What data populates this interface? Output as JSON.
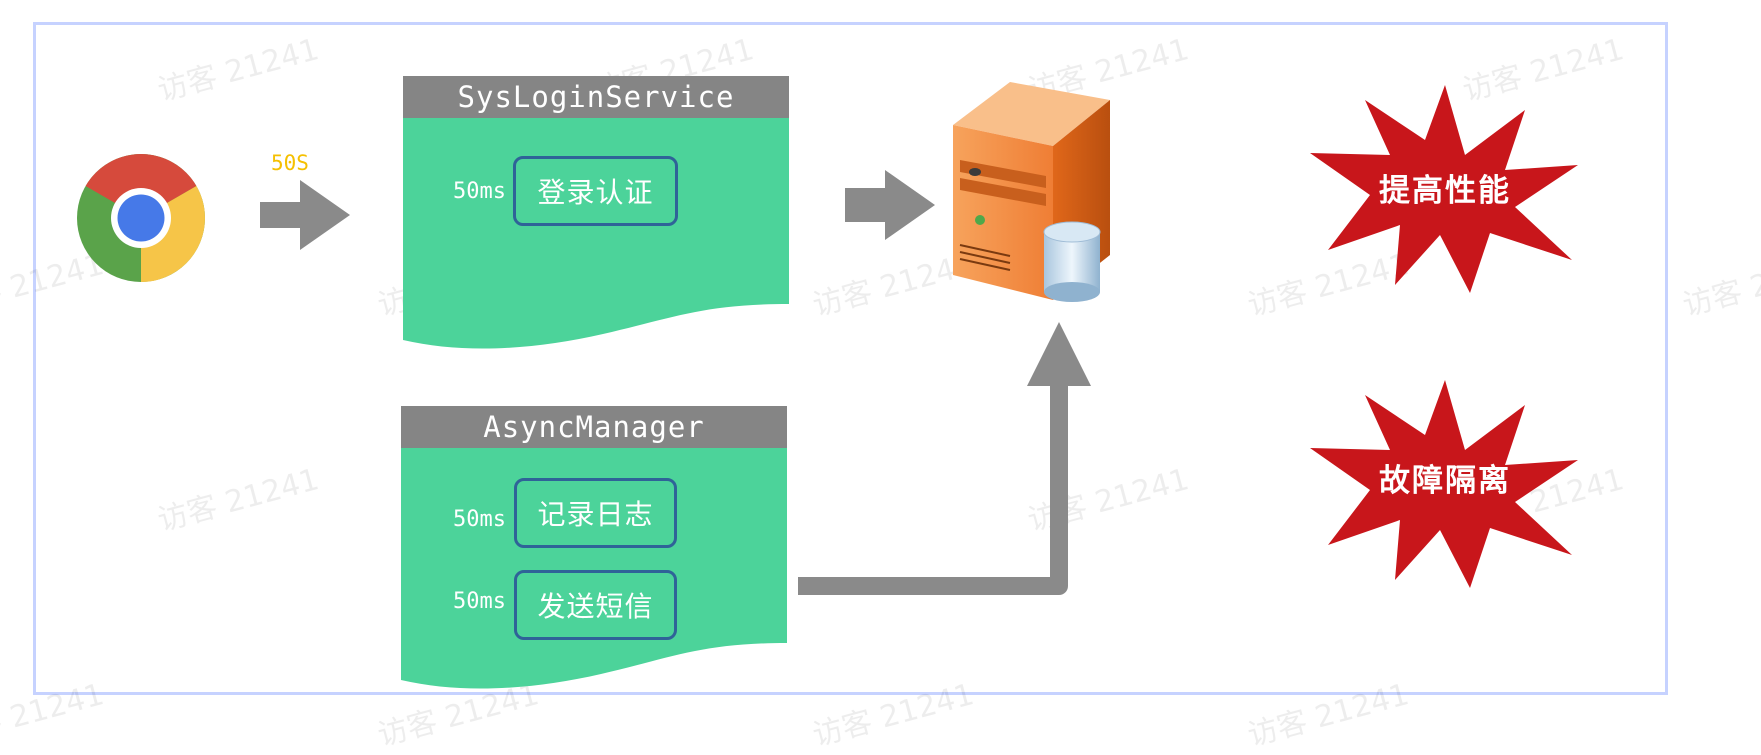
{
  "watermark_text": "访客 21241",
  "browser": {
    "icon": "chrome-icon"
  },
  "request_rate": "50S",
  "sync_service": {
    "title": "SysLoginService",
    "tasks": [
      {
        "duration": "50ms",
        "label": "登录认证"
      }
    ]
  },
  "async_service": {
    "title": "AsyncManager",
    "tasks": [
      {
        "duration": "50ms",
        "label": "记录日志"
      },
      {
        "duration": "50ms",
        "label": "发送短信"
      }
    ]
  },
  "server": {
    "icon": "server-with-database-icon"
  },
  "benefits": [
    "提高性能",
    "故障隔离"
  ],
  "colors": {
    "doc_body": "#4cd39a",
    "doc_header": "#858585",
    "task_border": "#2f6398",
    "arrow": "#8a8a8a",
    "burst": "#c8161b",
    "rate_label": "#f5c000",
    "frame_border": "#c6d2ff"
  }
}
